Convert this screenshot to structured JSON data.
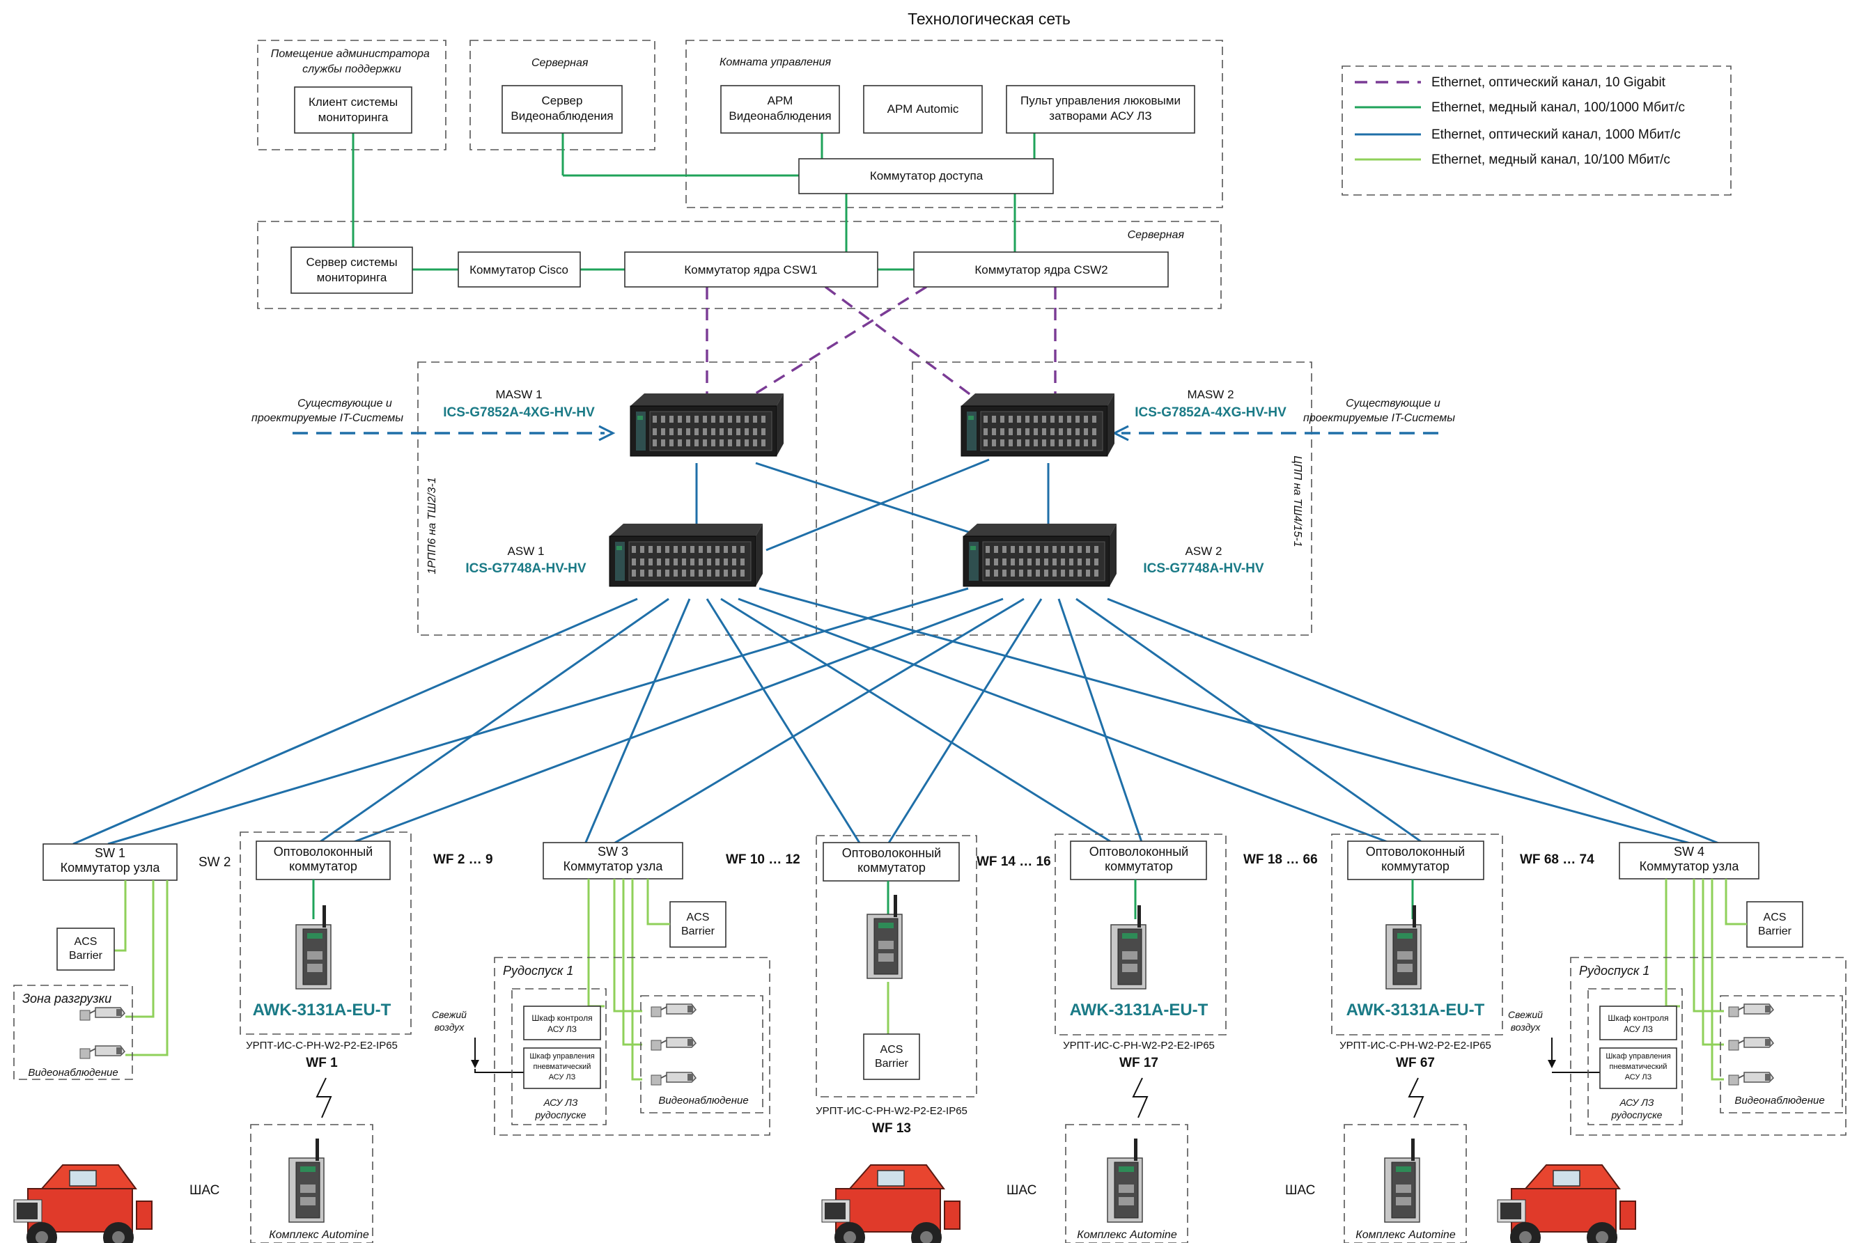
{
  "title": "Технологическая сеть",
  "legend": [
    {
      "label": "Ethernet, оптический канал, 10 Gigabit",
      "color": "#7a3b95",
      "style": "dashed"
    },
    {
      "label": "Ethernet, медный канал, 100/1000 Мбит/с",
      "color": "#1fa35a",
      "style": "solid"
    },
    {
      "label": "Ethernet, оптический канал, 1000 Мбит/с",
      "color": "#1f6fa8",
      "style": "solid"
    },
    {
      "label": "Ethernet, медный канал, 10/100 Мбит/с",
      "color": "#8fd05a",
      "style": "solid"
    }
  ],
  "zones": {
    "admin_room": "Помещение администратора службы поддержки",
    "server_room_top": "Серверная",
    "control_room": "Комната управления",
    "server_room": "Серверная",
    "left_rack": "1РПП6 на ТШ2/3-1",
    "right_rack": "ЦПП на ТШ4/15-1",
    "ore_chute": "Рудоспуск 1",
    "unload_zone": "Зона разгрузки",
    "video_surv": "Видеонаблюдение",
    "fresh_air": "Свежий воздух",
    "asu_chute": "АСУ ЛЗ рудоспуске"
  },
  "nodes": {
    "monitoring_client": "Клиент системы мониторинга",
    "video_server": "Сервер Видеонаблюдения",
    "arm_video": "АРМ Видеонаблюдения",
    "arm_automic": "АРМ Automic",
    "hatch_panel": "Пульт управления люковыми затворами АСУ ЛЗ",
    "access_switch": "Коммутатор доступа",
    "monitoring_server": "Сервер системы мониторинга",
    "cisco_switch": "Коммутатор Cisco",
    "core1": "Коммутатор ядра CSW1",
    "core2": "Коммутатор ядра CSW2"
  },
  "switches": {
    "masw1_name": "MASW 1",
    "masw1_model": "ICS-G7852A-4XG-HV-HV",
    "masw2_name": "MASW 2",
    "masw2_model": "ICS-G7852A-4XG-HV-HV",
    "asw1_name": "ASW 1",
    "asw1_model": "ICS-G7748A-HV-HV",
    "asw2_name": "ASW 2",
    "asw2_model": "ICS-G7748A-HV-HV"
  },
  "it_systems": "Существующие и проектируемые IT-Системы",
  "field": {
    "sw1": "SW 1 Коммутатор узла",
    "sw2": "SW 2",
    "sw3": "SW 3 Коммутатор узла",
    "sw4": "SW 4 Коммутатор узла",
    "fiber_switch": "Оптоволоконный коммутатор",
    "wf_2_9": "WF 2 … 9",
    "wf_10_12": "WF 10 … 12",
    "wf_14_16": "WF 14 … 16",
    "wf_18_66": "WF 18 … 66",
    "wf_68_74": "WF 68 … 74",
    "awk_model": "AWK-3131A-EU-T",
    "urpt": "УРПТ-ИС-С-РН-W2-P2-E2-IP65",
    "wf1": "WF 1",
    "wf13": "WF 13",
    "wf17": "WF 17",
    "wf67": "WF 67",
    "acs_barrier": "ACS Barrier",
    "shkaf_control": "Шкаф контроля АСУ ЛЗ",
    "shkaf_pneum": "Шкаф управления пневматический АСУ ЛЗ",
    "automine": "Комплекс Automine",
    "shas": "ШАС"
  }
}
